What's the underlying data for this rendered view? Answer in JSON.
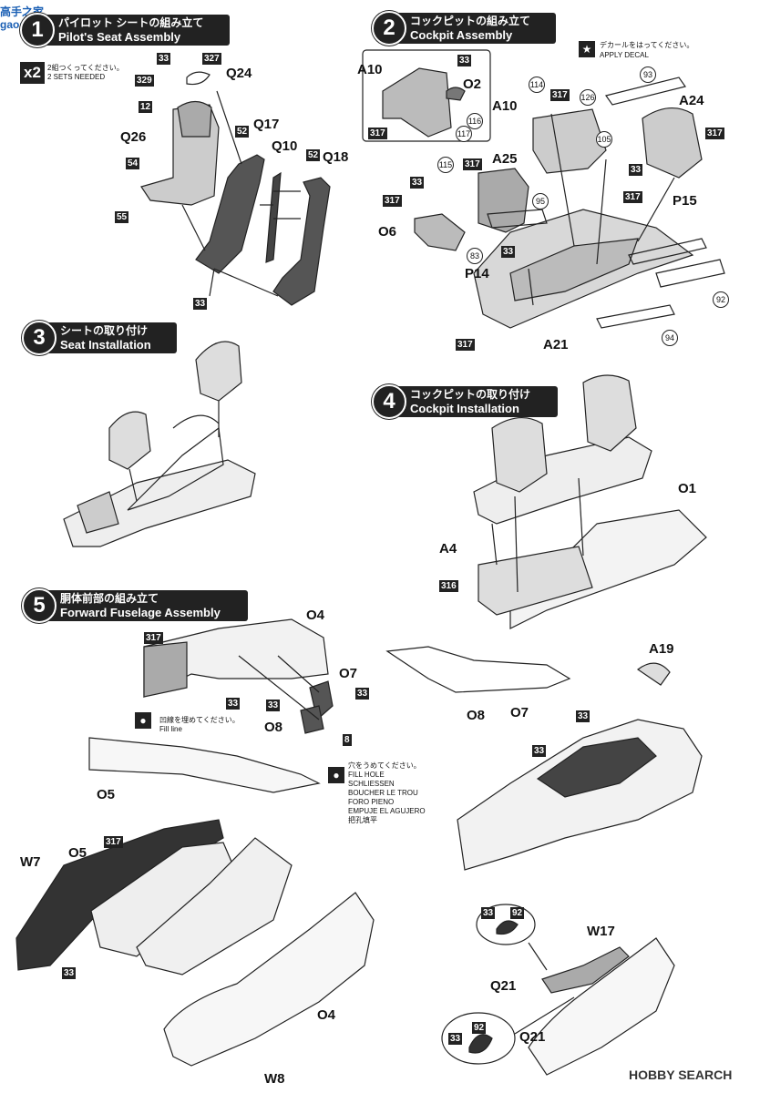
{
  "watermark_top_left": "高手之家 gaoshou.net",
  "watermark_bottom_right": "HOBBY SEARCH",
  "step1": {
    "number": "1",
    "title_jp": "パイロット シートの組み立て",
    "title_en": "Pilot's Seat Assembly",
    "multiplier": "x2",
    "multiplier_note_jp": "2組つくってください。",
    "multiplier_note_en": "2 SETS NEEDED",
    "labels": [
      "Q24",
      "Q26",
      "Q17",
      "Q10",
      "Q18"
    ],
    "part_numbers": [
      "33",
      "327",
      "329",
      "12",
      "54",
      "55",
      "52",
      "52",
      "33"
    ]
  },
  "step2": {
    "number": "2",
    "title_jp": "コックピットの組み立て",
    "title_en": "Cockpit Assembly",
    "decal_note_jp": "デカールをはってください。",
    "decal_note_en": "APPLY DECAL",
    "labels": [
      "A10",
      "O2",
      "A10",
      "A24",
      "A25",
      "P15",
      "O6",
      "P14",
      "A21"
    ],
    "part_numbers": [
      "33",
      "317",
      "317",
      "317",
      "33",
      "317",
      "317",
      "33",
      "33",
      "317",
      "317",
      "317"
    ],
    "decal_numbers": [
      "116",
      "117",
      "114",
      "126",
      "105",
      "93",
      "115",
      "95",
      "83",
      "92",
      "94"
    ]
  },
  "step3": {
    "number": "3",
    "title_jp": "シートの取り付け",
    "title_en": "Seat Installation"
  },
  "step4": {
    "number": "4",
    "title_jp": "コックピットの取り付け",
    "title_en": "Cockpit Installation",
    "labels": [
      "O1",
      "A4"
    ],
    "part_numbers": [
      "316"
    ]
  },
  "step5": {
    "number": "5",
    "title_jp": "胴体前部の組み立て",
    "title_en": "Forward Fuselage Assembly",
    "labels": [
      "O4",
      "O7",
      "O8",
      "O5",
      "O8",
      "O7",
      "A19",
      "W7",
      "O5",
      "O4",
      "W8",
      "W17",
      "Q21",
      "Q21"
    ],
    "part_numbers": [
      "317",
      "33",
      "33",
      "33",
      "8",
      "33",
      "33",
      "317",
      "33",
      "33",
      "92",
      "33",
      "92"
    ],
    "fill_line_jp": "凹線を埋めてください。",
    "fill_line_en": "Fill line",
    "fill_hole": [
      "穴をうめてください。",
      "FILL HOLE",
      "SCHLIESSEN",
      "BOUCHER LE TROU",
      "FORO PIENO",
      "EMPUJE EL AGUJERO",
      "把孔填平"
    ]
  }
}
